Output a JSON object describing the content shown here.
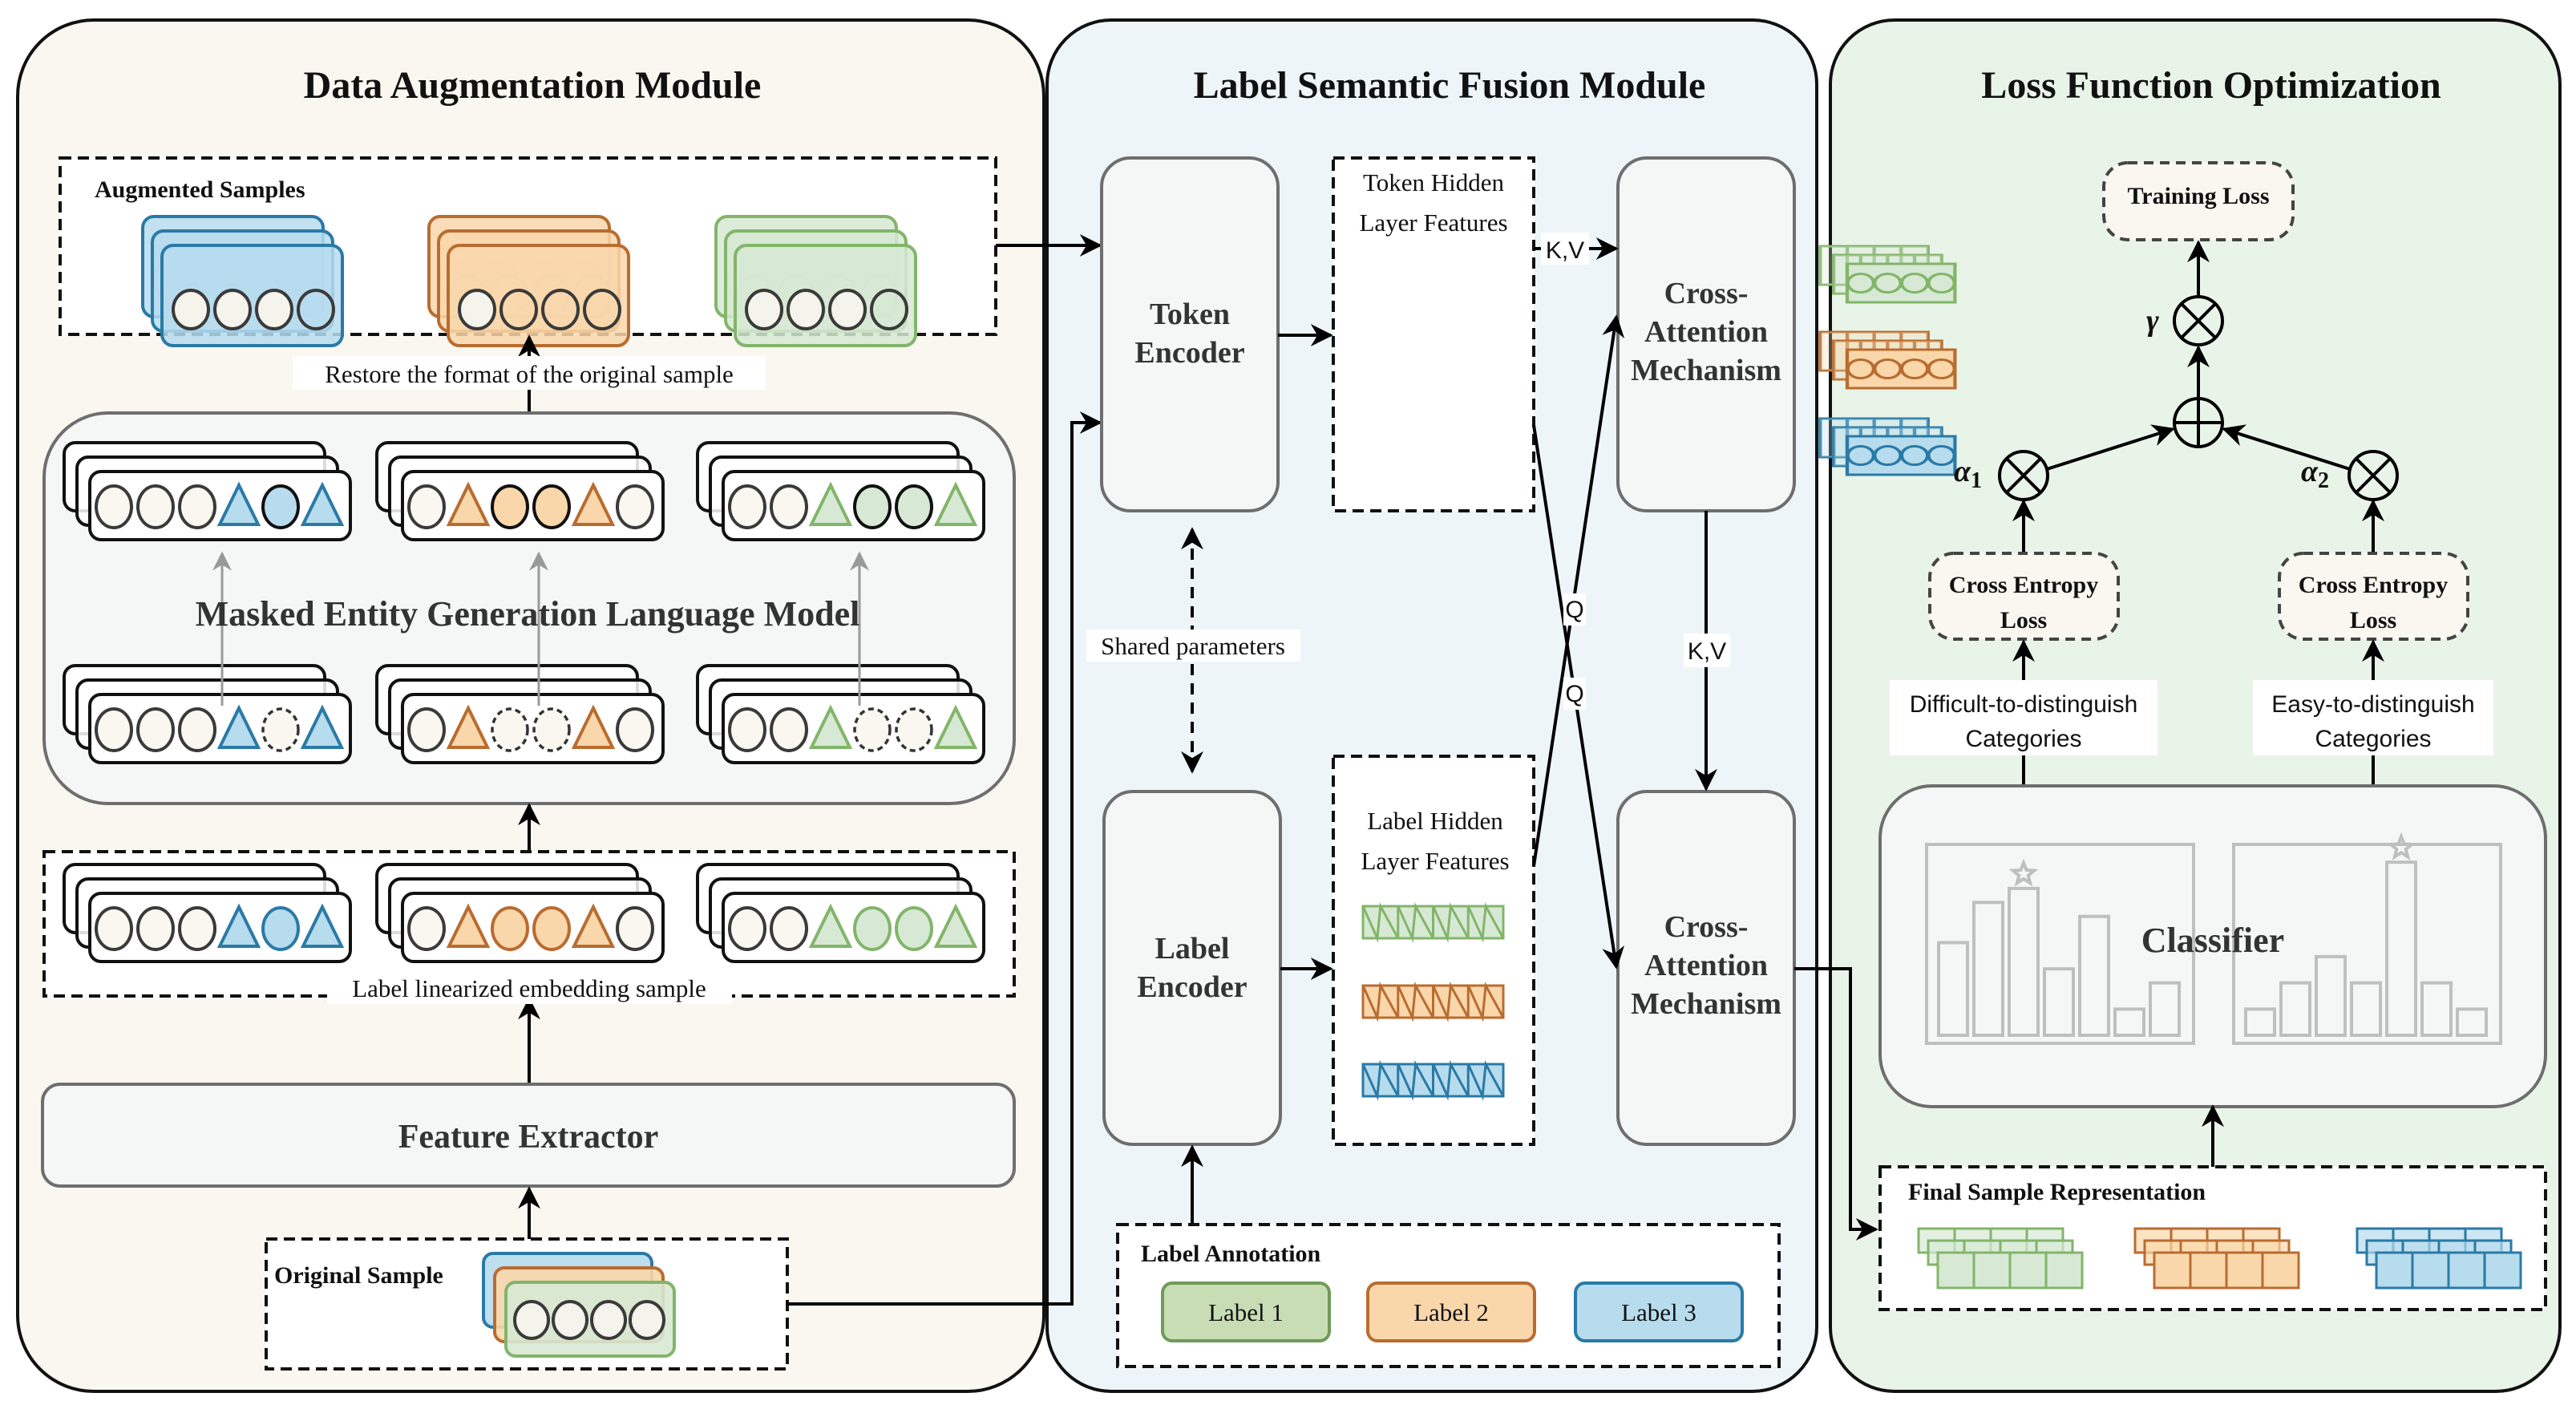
{
  "colors": {
    "blue_fill": "#b7dcee",
    "blue_stroke": "#2a7aa6",
    "orange_fill": "#f9d7ab",
    "orange_stroke": "#b96c30",
    "green_fill": "#d7e9d4",
    "green_stroke": "#82b56a",
    "panel_left": "#f9f7f0",
    "panel_mid": "#edf5f9",
    "panel_right": "#e9f4e8",
    "box_fill": "#f5f7f6",
    "box_stroke": "#6e6e6e",
    "node_fill": "#f4f3ec",
    "ghost": "#bfbfbf"
  },
  "modules": {
    "augmentation": {
      "title": "Data Augmentation Module",
      "augmented_samples_label": "Augmented Samples",
      "restore_caption": "Restore the format of the original sample",
      "mask_model_label": "Masked Entity Generation Language Model",
      "linearized_caption": "Label linearized embedding sample",
      "feature_extractor_label": "Feature Extractor",
      "original_sample_label": "Original Sample",
      "sequences": {
        "generated": [
          {
            "color": "blue",
            "tokens": [
              "o",
              "o",
              "o",
              "t",
              "O",
              "t"
            ]
          },
          {
            "color": "orange",
            "tokens": [
              "o",
              "t",
              "O",
              "O",
              "t",
              "o"
            ]
          },
          {
            "color": "green",
            "tokens": [
              "o",
              "o",
              "t",
              "O",
              "O",
              "t"
            ]
          }
        ],
        "masked": [
          {
            "color": "blue",
            "tokens": [
              "o",
              "o",
              "o",
              "t",
              "m",
              "t"
            ]
          },
          {
            "color": "orange",
            "tokens": [
              "o",
              "t",
              "m",
              "m",
              "t",
              "o"
            ]
          },
          {
            "color": "green",
            "tokens": [
              "o",
              "o",
              "t",
              "m",
              "m",
              "t"
            ]
          }
        ],
        "linearized": [
          {
            "color": "blue",
            "tokens": [
              "o",
              "o",
              "o",
              "t",
              "C",
              "t"
            ]
          },
          {
            "color": "orange",
            "tokens": [
              "o",
              "t",
              "C",
              "C",
              "t",
              "o"
            ]
          },
          {
            "color": "green",
            "tokens": [
              "o",
              "o",
              "t",
              "C",
              "C",
              "t"
            ]
          }
        ]
      }
    },
    "fusion": {
      "title": "Label Semantic Fusion Module",
      "token_encoder_label": [
        "Token",
        "Encoder"
      ],
      "label_encoder_label": [
        "Label",
        "Encoder"
      ],
      "token_hidden_label": [
        "Token Hidden",
        "Layer Features"
      ],
      "label_hidden_label": [
        "Label Hidden",
        "Layer Features"
      ],
      "cross_attention_label": [
        "Cross-",
        "Attention",
        "Mechanism"
      ],
      "shared_parameters_label": "Shared parameters",
      "kv_label": "K,V",
      "q_label": "Q",
      "label_annotation_title": "Label Annotation",
      "labels": [
        {
          "text": "Label 1",
          "color": "green"
        },
        {
          "text": "Label 2",
          "color": "orange"
        },
        {
          "text": "Label 3",
          "color": "blue"
        }
      ]
    },
    "loss": {
      "title": "Loss Function Optimization",
      "training_loss_label": "Training Loss",
      "gamma_label": "γ",
      "alpha1_label": "α",
      "alpha1_sub": "1",
      "alpha2_label": "α",
      "alpha2_sub": "2",
      "ce_loss_label": [
        "Cross Entropy",
        "Loss"
      ],
      "difficult_label": [
        "Difficult-to-distinguish",
        "Categories"
      ],
      "easy_label": [
        "Easy-to-distinguish",
        "Categories"
      ],
      "classifier_label": "Classifier",
      "final_repr_label": "Final Sample Representation",
      "classifier_bars_left": [
        0.53,
        0.76,
        0.84,
        0.38,
        0.68,
        0.15,
        0.3
      ],
      "classifier_bars_right": [
        0.15,
        0.3,
        0.45,
        0.3,
        0.99,
        0.3,
        0.15
      ],
      "star_index_left": 2,
      "star_index_right": 4
    }
  }
}
